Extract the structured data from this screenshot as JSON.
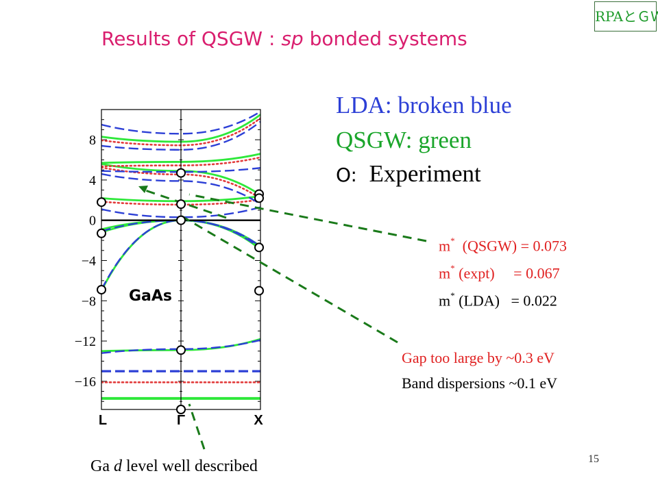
{
  "header": {
    "corner_tag": "RPAとＧＷ法",
    "title_prefix": "Results of QSGW : ",
    "title_italic": "sp",
    "title_suffix": " bonded systems"
  },
  "legend": {
    "lda": "LDA: broken blue",
    "qsgw": "QSGW: green",
    "expt_marker": "O:",
    "expt_label": "Experiment"
  },
  "effective_mass": {
    "qsgw": {
      "label": "m",
      "sup": "*",
      "method": "(QSGW)",
      "eq": "= 0.073"
    },
    "expt": {
      "label": "m",
      "sup": "*",
      "method": "(expt)",
      "eq": "= 0.067"
    },
    "lda": {
      "label": "m",
      "sup": "*",
      "method": "(LDA)",
      "eq": "= 0.022"
    }
  },
  "notes": {
    "gap": "Gap too large by  ~0.3 eV",
    "dispersion": "Band dispersions ~0.1 eV",
    "ga_d_prefix": "Ga ",
    "ga_d_italic": "d",
    "ga_d_suffix": " level well described"
  },
  "slide_number": "15",
  "colors": {
    "lda": "#2c3fd6",
    "qsgw": "#2ee83a",
    "other": "#e23a3a",
    "pointer": "#1a7a1a"
  },
  "chart_data": {
    "type": "line",
    "material_label": "GaAs",
    "x_labels": [
      "L",
      "Γ",
      "X"
    ],
    "x": [
      0,
      1,
      2
    ],
    "y_ticks": [
      "8",
      "4",
      "0",
      "−4",
      "−8",
      "−12",
      "−16"
    ],
    "y_tick_values": [
      8,
      4,
      0,
      -4,
      -8,
      -12,
      -16
    ],
    "ylim": [
      -18.8,
      11
    ],
    "series": [
      {
        "kind": "qsgw",
        "valence": [
          [
            0,
            -7.0
          ],
          [
            1,
            0
          ],
          [
            2,
            -2.9
          ]
        ]
      },
      {
        "kind": "qsgw",
        "valence": [
          [
            0,
            -1.2
          ],
          [
            1,
            0
          ],
          [
            2,
            -2.7
          ]
        ]
      },
      {
        "kind": "qsgw",
        "valence": [
          [
            0,
            -0.9
          ],
          [
            1,
            0
          ],
          [
            2,
            -2.6
          ]
        ]
      },
      {
        "kind": "qsgw",
        "valence": [
          [
            0,
            -13.0
          ],
          [
            1,
            -12.9
          ],
          [
            2,
            -11.8
          ]
        ]
      },
      {
        "kind": "qsgw",
        "conduction": [
          [
            0,
            2.2
          ],
          [
            1,
            1.9
          ],
          [
            2,
            2.4
          ]
        ]
      },
      {
        "kind": "qsgw",
        "conduction": [
          [
            0,
            5.6
          ],
          [
            1,
            4.9
          ],
          [
            2,
            2.5
          ]
        ]
      },
      {
        "kind": "qsgw",
        "conduction": [
          [
            0,
            5.7
          ],
          [
            1,
            5.8
          ],
          [
            2,
            6.6
          ]
        ]
      },
      {
        "kind": "qsgw",
        "conduction": [
          [
            0,
            8.3
          ],
          [
            1,
            7.8
          ],
          [
            2,
            10.5
          ]
        ]
      },
      {
        "kind": "lda",
        "valence": [
          [
            0,
            -6.9
          ],
          [
            1,
            0
          ],
          [
            2,
            -2.8
          ]
        ]
      },
      {
        "kind": "lda",
        "valence": [
          [
            0,
            -1.1
          ],
          [
            1,
            0
          ],
          [
            2,
            -2.6
          ]
        ]
      },
      {
        "kind": "lda",
        "valence": [
          [
            0,
            -13.2
          ],
          [
            1,
            -12.8
          ],
          [
            2,
            -11.9
          ]
        ]
      },
      {
        "kind": "lda",
        "conduction": [
          [
            0,
            1.1
          ],
          [
            1,
            0.3
          ],
          [
            2,
            1.3
          ]
        ]
      },
      {
        "kind": "lda",
        "conduction": [
          [
            0,
            4.6
          ],
          [
            1,
            3.9
          ],
          [
            2,
            1.6
          ]
        ]
      },
      {
        "kind": "lda",
        "conduction": [
          [
            0,
            4.9
          ],
          [
            1,
            4.8
          ],
          [
            2,
            5.2
          ]
        ]
      },
      {
        "kind": "lda",
        "conduction": [
          [
            0,
            7.4
          ],
          [
            1,
            7.0
          ],
          [
            2,
            9.8
          ]
        ]
      },
      {
        "kind": "lda",
        "conduction": [
          [
            0,
            9.5
          ],
          [
            1,
            8.6
          ],
          [
            2,
            10.8
          ]
        ]
      }
    ],
    "flat_levels": [
      {
        "kind": "lda",
        "y": -15.0
      },
      {
        "kind": "other",
        "y": -16.1
      },
      {
        "kind": "qsgw",
        "y": -17.7
      }
    ],
    "experiment_points": [
      {
        "x": 0,
        "y": 1.8
      },
      {
        "x": 0,
        "y": -1.3
      },
      {
        "x": 0,
        "y": -6.9
      },
      {
        "x": 1,
        "y": 4.7
      },
      {
        "x": 1,
        "y": 1.6
      },
      {
        "x": 1,
        "y": 0
      },
      {
        "x": 1,
        "y": -12.9
      },
      {
        "x": 1,
        "y": -18.8
      },
      {
        "x": 2,
        "y": 2.6
      },
      {
        "x": 2,
        "y": 2.2
      },
      {
        "x": 2,
        "y": -2.7
      },
      {
        "x": 2,
        "y": -7.0
      }
    ]
  }
}
